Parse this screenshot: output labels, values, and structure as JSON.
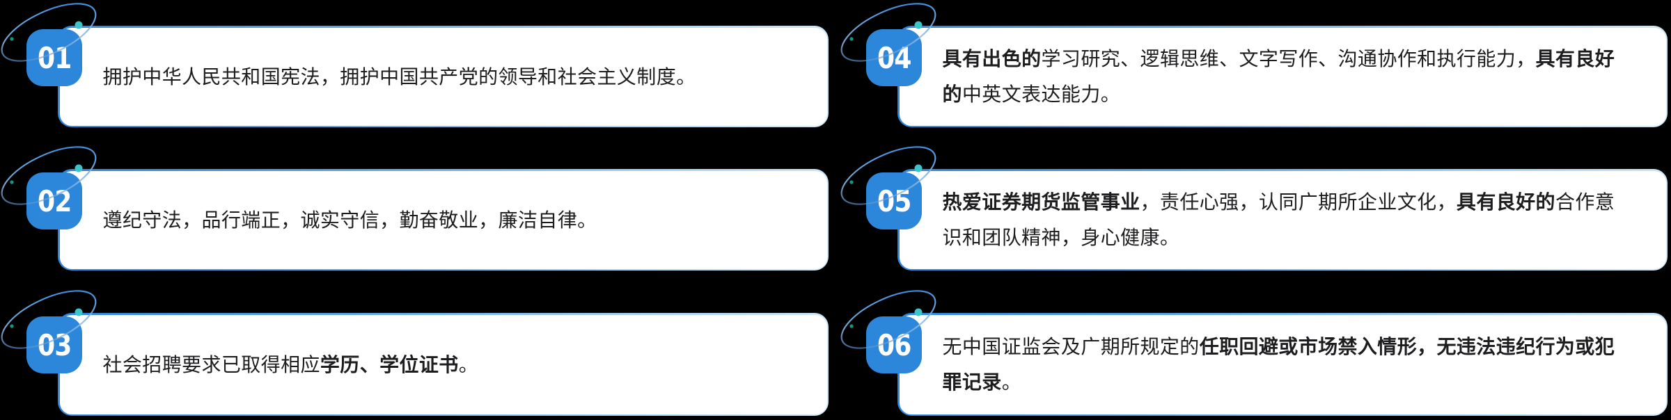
{
  "page": {
    "background_color": "#000000",
    "description": "six numbered requirement cards"
  },
  "colors": {
    "badge_blue": "#2c86da",
    "card_border_strong": "#2f85dc",
    "card_border_light": "#cfe7f8",
    "card_background": "#ffffff",
    "text_color": "#1d1d1f",
    "orbit_ring_blue": "#2579d2",
    "orbit_dot_teal": "#3bc5ca",
    "orbit_dot_small_green": "#13977f",
    "number_color": "#ffffff"
  },
  "icons": {
    "orbit_decoration": "orbit-ring with two satellite dots"
  },
  "cards": [
    {
      "number": "01",
      "segments": [
        {
          "text": "拥护中华人民共和国宪法，拥护中国共产党的领导和社会主义制度。",
          "bold": false
        }
      ]
    },
    {
      "number": "02",
      "segments": [
        {
          "text": "遵纪守法，品行端正，诚实守信，勤奋敬业，廉洁自律。",
          "bold": false
        }
      ]
    },
    {
      "number": "03",
      "segments": [
        {
          "text": "社会招聘要求已取得相应",
          "bold": false
        },
        {
          "text": "学历、学位证书",
          "bold": true
        },
        {
          "text": "。",
          "bold": false
        }
      ]
    },
    {
      "number": "04",
      "segments": [
        {
          "text": "具有出色的",
          "bold": true
        },
        {
          "text": "学习研究、逻辑思维、文字写作、沟通协作和执行能力，",
          "bold": false
        },
        {
          "text": "具有良好的",
          "bold": true
        },
        {
          "text": "中英文表达能力。",
          "bold": false
        }
      ]
    },
    {
      "number": "05",
      "segments": [
        {
          "text": "热爱证券期货监管事业",
          "bold": true
        },
        {
          "text": "，责任心强，认同广期所企业文化，",
          "bold": false
        },
        {
          "text": "具有良好的",
          "bold": true
        },
        {
          "text": "合作意识和团队精神，身心健康。",
          "bold": false
        }
      ]
    },
    {
      "number": "06",
      "segments": [
        {
          "text": "无中国证监会及广期所规定的",
          "bold": false
        },
        {
          "text": "任职回避或市场禁入情形，无违法违纪行为或犯罪记录",
          "bold": true
        },
        {
          "text": "。",
          "bold": false
        }
      ]
    }
  ]
}
